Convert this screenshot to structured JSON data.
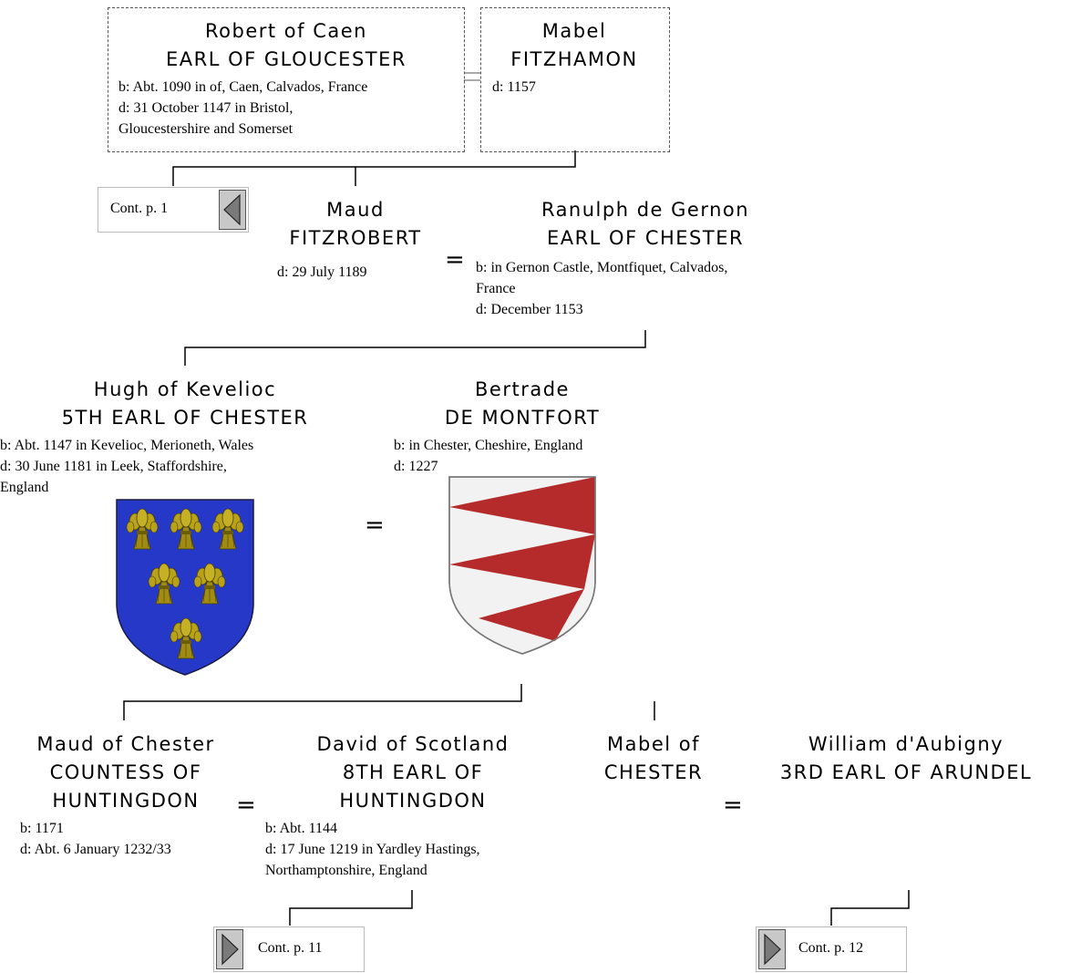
{
  "people": {
    "robert": {
      "name": "Robert of Caen",
      "title": "EARL OF GLOUCESTER",
      "born": "b: Abt. 1090 in of, Caen, Calvados, France",
      "died_1": "d: 31 October 1147 in Bristol,",
      "died_2": "Gloucestershire and Somerset"
    },
    "mabel_f": {
      "name": "Mabel",
      "surname": "FITZHAMON",
      "died": "d: 1157"
    },
    "maud_f": {
      "name": "Maud",
      "surname": "FITZROBERT",
      "died": "d: 29 July 1189"
    },
    "ranulph": {
      "name": "Ranulph de Gernon",
      "title": "EARL OF CHESTER",
      "born_1": "b: in Gernon Castle, Montfiquet, Calvados,",
      "born_2": "France",
      "died": "d: December 1153"
    },
    "hugh": {
      "name": "Hugh of Kevelioc",
      "title": "5TH EARL OF CHESTER",
      "born": "b: Abt. 1147 in Kevelioc, Merioneth, Wales",
      "died_1": "d: 30 June 1181 in Leek, Staffordshire,",
      "died_2": "England"
    },
    "bertrade": {
      "name": "Bertrade",
      "surname": "DE MONTFORT",
      "born": "b: in Chester, Cheshire, England",
      "died": "d: 1227"
    },
    "maud_c": {
      "line1": "Maud of Chester",
      "line2": "COUNTESS OF",
      "line3": "HUNTINGDON",
      "born": "b: 1171",
      "died": "d: Abt. 6 January 1232/33"
    },
    "david": {
      "line1": "David of Scotland",
      "line2": "8TH EARL OF",
      "line3": "HUNTINGDON",
      "born": "b: Abt. 1144",
      "died_1": "d: 17 June 1219 in Yardley Hastings,",
      "died_2": "Northamptonshire, England"
    },
    "mabel_c": {
      "line1": "Mabel of",
      "line2": "CHESTER"
    },
    "william": {
      "name": "William d'Aubigny",
      "title": "3RD EARL OF ARUNDEL"
    }
  },
  "marriage_symbol": "=",
  "continuations": {
    "p1": "Cont. p. 1",
    "p11": "Cont. p. 11",
    "p12": "Cont. p. 12"
  },
  "icons": {
    "back_arrow": "triangle-left-icon",
    "forward_arrow": "triangle-right-icon",
    "hugh_arms": "azure-six-garbs-or-coat-of-arms",
    "bertrade_arms": "argent-bendy-gules-coat-of-arms"
  },
  "colors": {
    "arms_blue": "#2538c8",
    "arms_gold": "#9a8a10",
    "arms_red": "#b52a2a",
    "arms_white": "#f2f2f2",
    "arrow_gray": "#c8c8c8"
  }
}
